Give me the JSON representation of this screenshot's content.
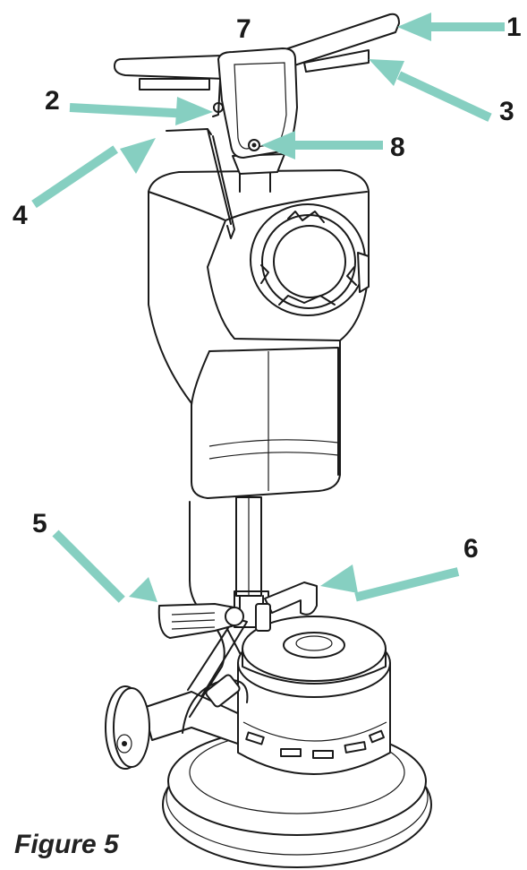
{
  "figure": {
    "caption": "Figure 5",
    "arrow_color": "#86cfc1",
    "callouts": [
      {
        "id": "c1",
        "label": "1"
      },
      {
        "id": "c2",
        "label": "2"
      },
      {
        "id": "c3",
        "label": "3"
      },
      {
        "id": "c4",
        "label": "4"
      },
      {
        "id": "c5",
        "label": "5"
      },
      {
        "id": "c6",
        "label": "6"
      },
      {
        "id": "c7",
        "label": "7"
      },
      {
        "id": "c8",
        "label": "8"
      }
    ]
  }
}
